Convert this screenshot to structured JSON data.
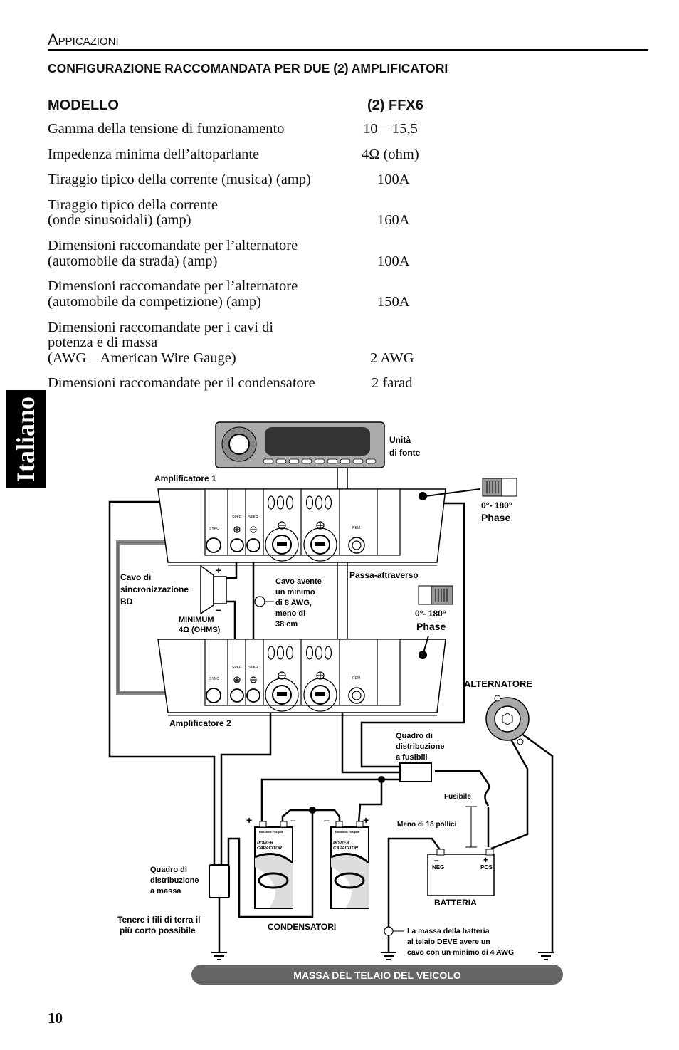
{
  "header": {
    "section": "Appicazioni",
    "heading": "CONFIGURAZIONE RACCOMANDATA PER DUE (2) AMPLIFICATORI"
  },
  "spec_table": {
    "col_label": "MODELLO",
    "col_value": "(2) FFX6",
    "rows": [
      {
        "label_lines": [
          "Gamma della tensione di funzionamento"
        ],
        "value": "10 – 15,5"
      },
      {
        "label_lines": [
          "Impedenza minima dell’altoparlante"
        ],
        "value": "4Ω (ohm)"
      },
      {
        "label_lines": [
          "Tiraggio tipico della corrente (musica) (amp)"
        ],
        "value": "100A"
      },
      {
        "label_lines": [
          "Tiraggio tipico della corrente",
          "(onde sinusoidali) (amp)"
        ],
        "value": "160A"
      },
      {
        "label_lines": [
          "Dimensioni raccomandate per l’alternatore",
          "(automobile da strada) (amp)"
        ],
        "value": "100A"
      },
      {
        "label_lines": [
          "Dimensioni raccomandate per l’alternatore",
          "(automobile da competizione) (amp)"
        ],
        "value": "150A"
      },
      {
        "label_lines": [
          "Dimensioni raccomandate per i cavi di",
          "potenza e di massa",
          "(AWG – American Wire Gauge)"
        ],
        "value": "2 AWG"
      },
      {
        "label_lines": [
          "Dimensioni raccomandate per il condensatore"
        ],
        "value": "2 farad"
      }
    ]
  },
  "side_tab": "Italiano",
  "page_number": "10",
  "diagram": {
    "source_unit": [
      "Unità",
      "di fonte"
    ],
    "amp1": "Amplificatore 1",
    "amp2": "Amplificatore 2",
    "amp_labels": {
      "sync": "SYNC",
      "spkr": "SPKR",
      "rem": "REM"
    },
    "phase1": {
      "range": "0°- 180°",
      "label": "Phase"
    },
    "phase2": {
      "range": "0°- 180°",
      "label": "Phase"
    },
    "pass_through": "Passa-attraverso",
    "sync_cable": [
      "Cavo di",
      "sincronizzazione",
      "BD"
    ],
    "speaker": {
      "plus": "+",
      "minus": "–",
      "min_lines": [
        "MINIMUM",
        "4Ω (OHMS)"
      ]
    },
    "cable_note": [
      "Cavo avente",
      "un minimo",
      "di 8 AWG,",
      "meno di",
      "38 cm"
    ],
    "alternator": "ALTERNATORE",
    "fuse_block": [
      "Quadro di",
      "distribuzione",
      "a fusibili"
    ],
    "fuse": "Fusibile",
    "fuse_distance": "Meno di 18 pollici",
    "ground_block": [
      "Quadro di",
      "distribuzione",
      "a massa"
    ],
    "ground_note": [
      "Tenere i fili di terra il",
      "più corto possibile"
    ],
    "capacitors": "CONDENSATORI",
    "capacitor_brand": "Rockford Fosgate",
    "capacitor_name": [
      "POWER",
      "CAPACITOR"
    ],
    "battery": {
      "label": "BATTERIA",
      "neg": "NEG",
      "pos": "POS",
      "neg_sign": "–",
      "pos_sign": "+"
    },
    "battery_ground_note": [
      "La massa della batteria",
      "al telaio DEVE avere un",
      "cavo con un minimo di 4 AWG"
    ],
    "chassis": "MASSA DEL TELAIO DEL VEICOLO",
    "cap_signs": [
      "+",
      "–",
      "–",
      "+"
    ]
  }
}
